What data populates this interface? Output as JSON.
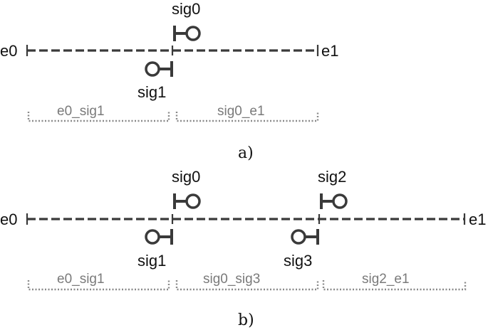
{
  "panel_a": {
    "caption": "a)",
    "edge_start": "e0",
    "edge_end": "e1",
    "signals": {
      "sig0": "sig0",
      "sig1": "sig1"
    },
    "segments": [
      "e0_sig1",
      "sig0_e1"
    ]
  },
  "panel_b": {
    "caption": "b)",
    "edge_start": "e0",
    "edge_end": "e1",
    "signals": {
      "sig0": "sig0",
      "sig1": "sig1",
      "sig2": "sig2",
      "sig3": "sig3"
    },
    "segments": [
      "e0_sig1",
      "sig0_sig3",
      "sig2_e1"
    ]
  },
  "colors": {
    "track": "#3a3a3a",
    "segment_text": "#7a7a7a",
    "text": "#111111"
  }
}
